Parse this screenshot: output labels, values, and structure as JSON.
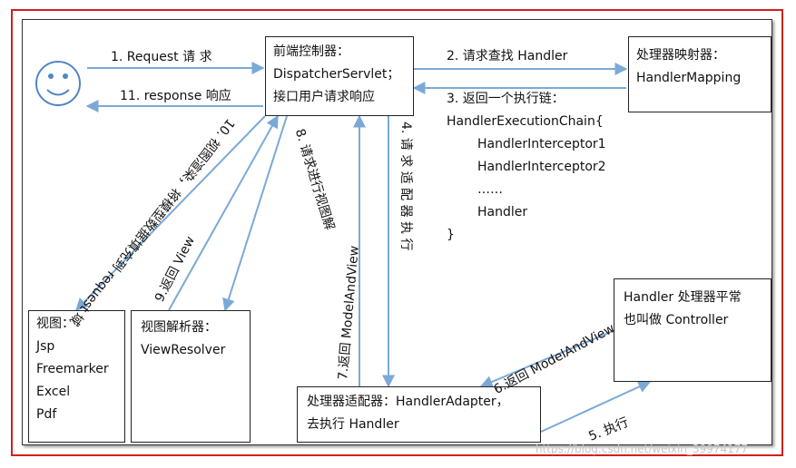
{
  "nodes": {
    "front_controller": [
      "前端控制器：",
      "DispatcherServlet；",
      "接口用户请求响应"
    ],
    "handler_mapping": [
      "处理器映射器：",
      "HandlerMapping"
    ],
    "handler": [
      "Handler 处理器平常",
      "也叫做 Controller"
    ],
    "handler_adapter": [
      "处理器适配器：HandlerAdapter，",
      "去执行 Handler"
    ],
    "view_resolver": [
      "视图解析器：",
      "ViewResolver"
    ],
    "view": [
      "视图：",
      "Jsp",
      "Freemarker",
      "Excel",
      "Pdf"
    ]
  },
  "edges": {
    "e1": "1.   Request  请 求",
    "e2": "2. 请求查找 Handler",
    "e3": "3. 返回一个执行链：",
    "e4": "4. 请 求 适 配 器 执 行",
    "e5": "5. 执行",
    "e6": "6.返回 ModelAndView",
    "e7": "7.返回 ModelAndView",
    "e8": "8. 请求进行视图解",
    "e9": "9.返回 View",
    "e10": "10. 视图渲染，将模型数据填充到 request 域",
    "e11": "11. response  响应"
  },
  "chain": [
    "HandlerExecutionChain{",
    "HandlerInterceptor1",
    "HandlerInterceptor2",
    "……",
    "Handler",
    "}"
  ],
  "watermark": "https://blog.csdn.net/weixin_39974177",
  "colors": {
    "frame": "#d0201c",
    "arrow": "#7aa9d6",
    "smiley": "#4f86c6"
  }
}
